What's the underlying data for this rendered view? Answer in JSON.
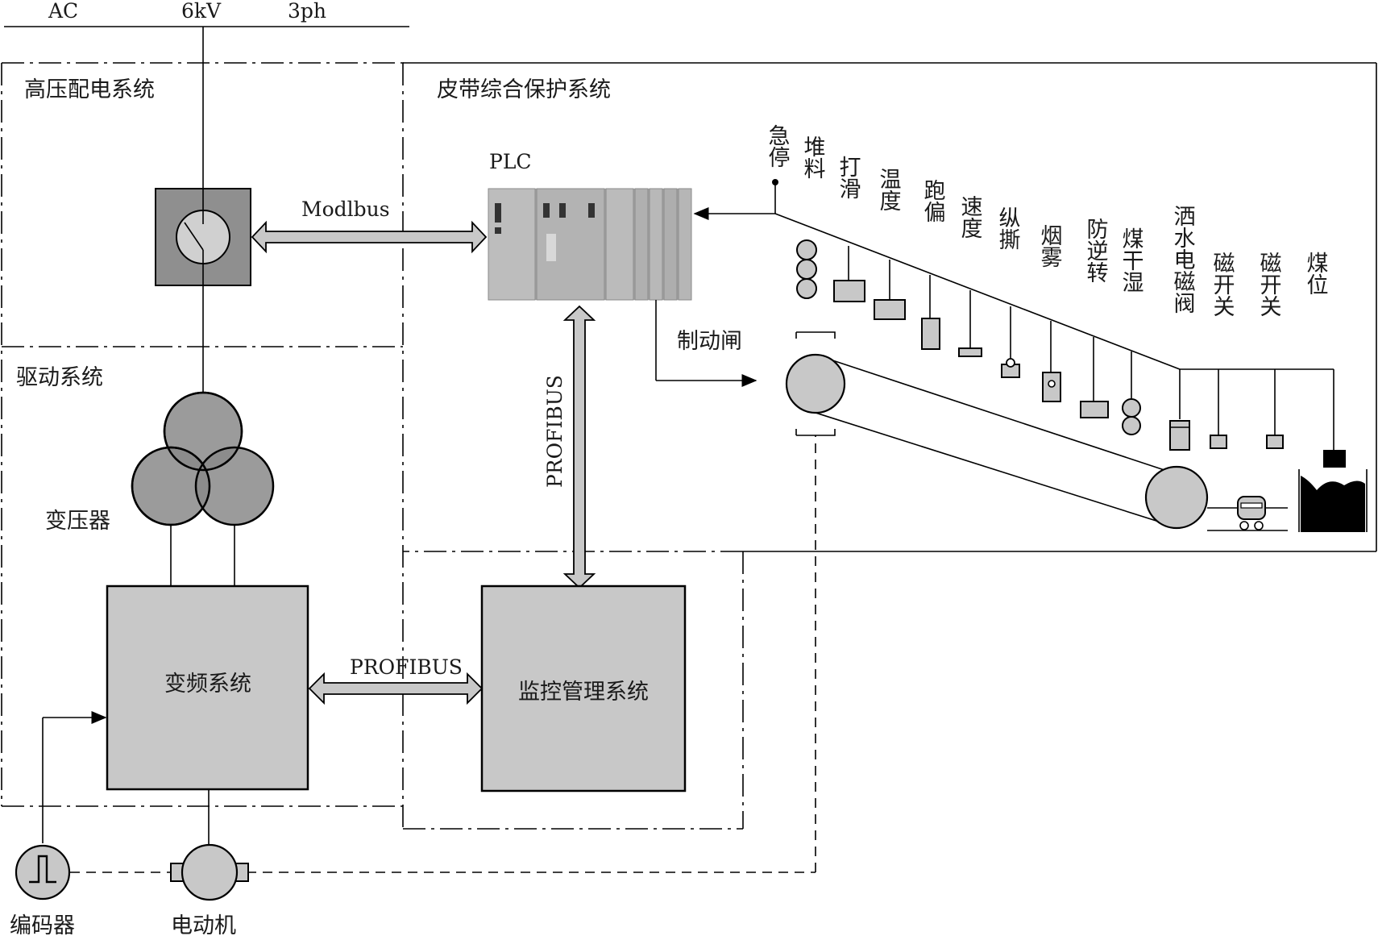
{
  "supply": {
    "ac": "AC",
    "voltage": "6kV",
    "phase": "3ph"
  },
  "regions": {
    "hv": "高压配电系统",
    "belt": "皮带综合保护系统",
    "drive": "驱动系统"
  },
  "plc": {
    "label": "PLC"
  },
  "buses": {
    "modbus": "Modlbus",
    "profibus_v": "PROFIBUS",
    "profibus_h": "PROFIBUS"
  },
  "brake": "制动闸",
  "transformer": "变压器",
  "vfd": "变频系统",
  "monitor": "监控管理系统",
  "encoder": "编码器",
  "motor": "电动机",
  "sensors": [
    "急停",
    "堆料",
    "打滑",
    "温度",
    "跑偏",
    "速度",
    "纵撕",
    "烟雾",
    "防逆转",
    "煤干湿",
    "洒水电磁阀",
    "磁开关",
    "磁开关",
    "煤位"
  ]
}
